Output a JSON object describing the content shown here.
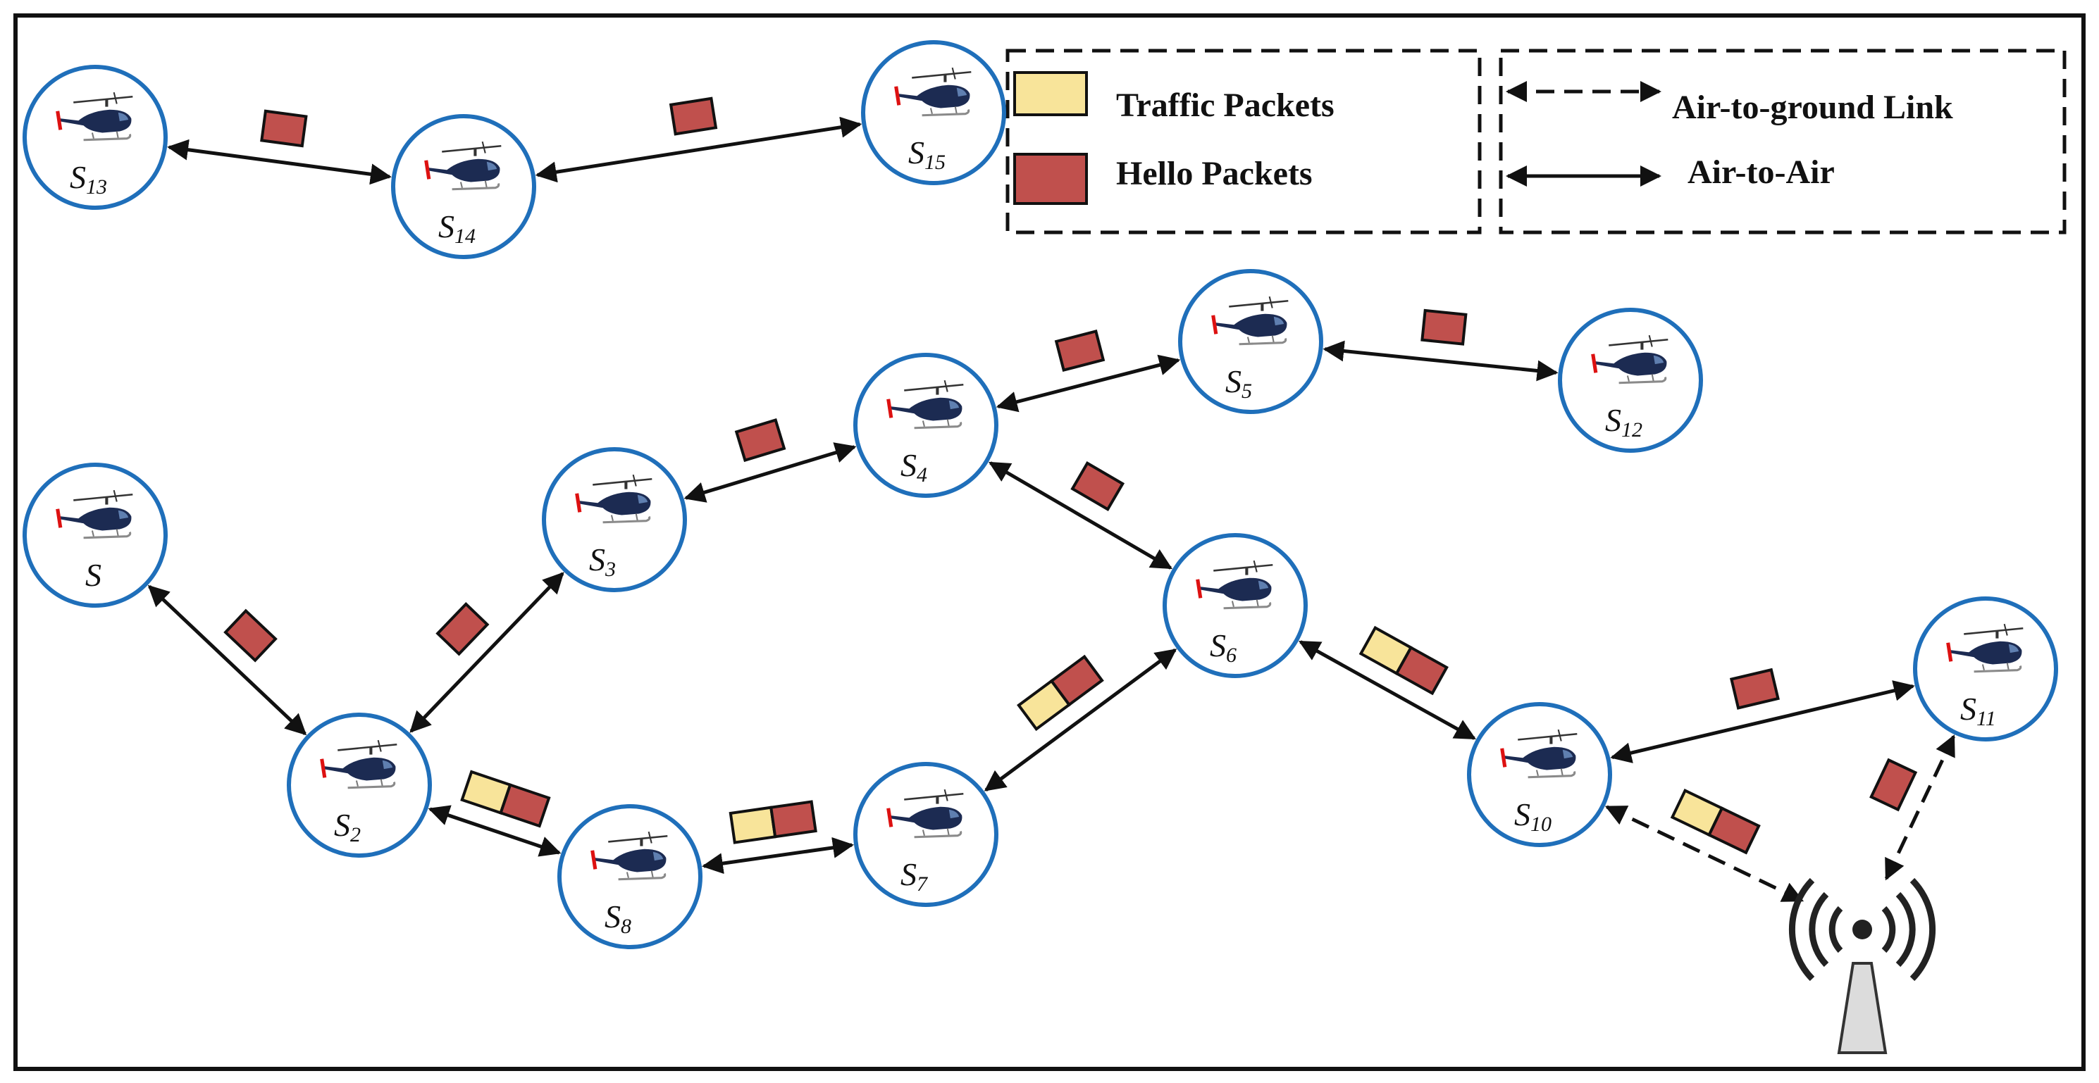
{
  "legend": {
    "traffic_packets": "Traffic Packets",
    "hello_packets": "Hello Packets",
    "air_to_ground": "Air-to-ground Link",
    "air_to_air": "Air-to-Air"
  },
  "colors": {
    "node_border": "#1f6fba",
    "traffic_packet": "#f8e49a",
    "hello_packet": "#c0504d",
    "line": "#111111",
    "tower": "#dcdcdc"
  },
  "nodes": [
    {
      "id": "S13",
      "base": "S",
      "sub": "13",
      "icon": "helicopter-icon"
    },
    {
      "id": "S14",
      "base": "S",
      "sub": "14",
      "icon": "helicopter-icon"
    },
    {
      "id": "S15",
      "base": "S",
      "sub": "15",
      "icon": "helicopter-icon"
    },
    {
      "id": "S",
      "base": "S",
      "sub": "",
      "icon": "helicopter-icon"
    },
    {
      "id": "S2",
      "base": "S",
      "sub": "2",
      "icon": "helicopter-icon"
    },
    {
      "id": "S3",
      "base": "S",
      "sub": "3",
      "icon": "helicopter-icon"
    },
    {
      "id": "S4",
      "base": "S",
      "sub": "4",
      "icon": "helicopter-icon"
    },
    {
      "id": "S5",
      "base": "S",
      "sub": "5",
      "icon": "helicopter-icon"
    },
    {
      "id": "S6",
      "base": "S",
      "sub": "6",
      "icon": "helicopter-icon"
    },
    {
      "id": "S7",
      "base": "S",
      "sub": "7",
      "icon": "helicopter-icon"
    },
    {
      "id": "S8",
      "base": "S",
      "sub": "8",
      "icon": "helicopter-icon"
    },
    {
      "id": "S10",
      "base": "S",
      "sub": "10",
      "icon": "helicopter-icon"
    },
    {
      "id": "S11",
      "base": "S",
      "sub": "11",
      "icon": "helicopter-icon"
    },
    {
      "id": "S12",
      "base": "S",
      "sub": "12",
      "icon": "helicopter-icon"
    }
  ],
  "links": [
    {
      "from": "S13",
      "to": "S14",
      "type": "air-to-air",
      "packets": [
        "hello"
      ]
    },
    {
      "from": "S14",
      "to": "S15",
      "type": "air-to-air",
      "packets": [
        "hello"
      ]
    },
    {
      "from": "S",
      "to": "S2",
      "type": "air-to-air",
      "packets": [
        "hello"
      ]
    },
    {
      "from": "S2",
      "to": "S3",
      "type": "air-to-air",
      "packets": [
        "hello"
      ]
    },
    {
      "from": "S3",
      "to": "S4",
      "type": "air-to-air",
      "packets": [
        "hello"
      ]
    },
    {
      "from": "S4",
      "to": "S5",
      "type": "air-to-air",
      "packets": [
        "hello"
      ]
    },
    {
      "from": "S5",
      "to": "S12",
      "type": "air-to-air",
      "packets": [
        "hello"
      ]
    },
    {
      "from": "S4",
      "to": "S6",
      "type": "air-to-air",
      "packets": [
        "hello"
      ]
    },
    {
      "from": "S2",
      "to": "S8",
      "type": "air-to-air",
      "packets": [
        "traffic",
        "hello"
      ]
    },
    {
      "from": "S8",
      "to": "S7",
      "type": "air-to-air",
      "packets": [
        "traffic",
        "hello"
      ]
    },
    {
      "from": "S7",
      "to": "S6",
      "type": "air-to-air",
      "packets": [
        "traffic",
        "hello"
      ]
    },
    {
      "from": "S6",
      "to": "S10",
      "type": "air-to-air",
      "packets": [
        "traffic",
        "hello"
      ]
    },
    {
      "from": "S10",
      "to": "S11",
      "type": "air-to-air",
      "packets": [
        "hello"
      ]
    },
    {
      "from": "S10",
      "to": "tower",
      "type": "air-to-ground",
      "packets": [
        "traffic",
        "hello"
      ]
    },
    {
      "from": "tower",
      "to": "S11",
      "type": "air-to-ground",
      "packets": [
        "hello"
      ]
    }
  ],
  "tower": {
    "icon": "radio-tower-icon"
  }
}
